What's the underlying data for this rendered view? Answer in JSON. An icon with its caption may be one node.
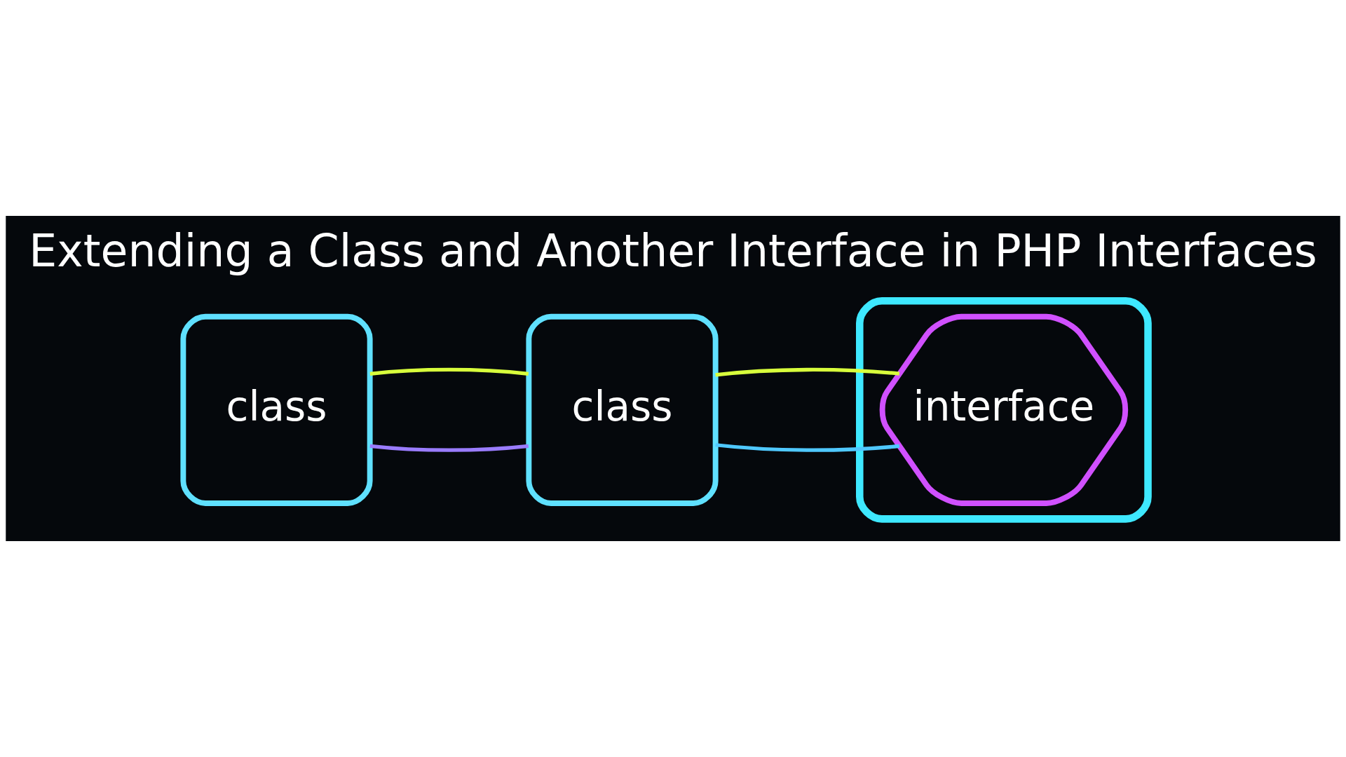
{
  "diagram": {
    "title": "Extending a Class and Another Interface in PHP Interfaces",
    "nodes": [
      {
        "text": [],
        "shape": "box"
      },
      {
        "text": [
          "interface"
        ],
        "in": 0
      },
      {
        "text": [
          "class"
        ]
      },
      {
        "text": [
          "class"
        ]
      }
    ],
    "edges": [
      {
        "from": 2,
        "to": 3,
        "arrow": "none",
        "color": "#9a7cff"
      },
      {
        "from": 2,
        "to": 3,
        "arrow": "none",
        "color": "#d8ff3c"
      },
      {
        "from": 3,
        "to": 1,
        "arrow": "none",
        "color": "#4fc8ff"
      },
      {
        "from": 3,
        "to": 1,
        "arrow": "none",
        "color": "#d8ff3c"
      }
    ]
  }
}
